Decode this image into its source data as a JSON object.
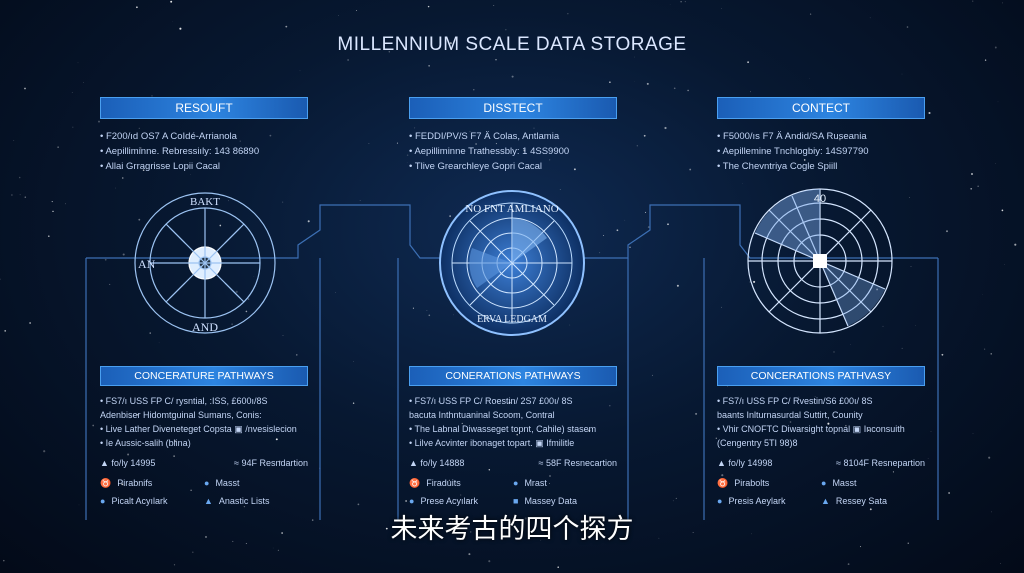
{
  "title": "MILLENNIUM SCALE DATA STORAGE",
  "columns": [
    {
      "header": "RESOUFT",
      "lines": [
        "• F200/ıd OS7 A CoIdé-Arrianola",
        "• Aepilliminne. Rebressiıly: 143 86890",
        "• Allai Grragrisse Lopii Cacal"
      ],
      "dial_labels": [
        "BAKT",
        "AN",
        "AND"
      ],
      "panel": {
        "header": "CONCERATURE PATHWAYS",
        "lines": [
          "• FS7/ı USS FP C/ rysntial, :ISS, £600ı/8S",
          "  Adenbiser Hidomtguinal Sumans, Conis:",
          "• Live Lather Diveneteget Copsta ▣ /nvesislecion",
          "• Ie Aussic-salih (blina)"
        ],
        "stat_left": "▲ fo/ly 14995",
        "stat_right": "≈ 94F Resndartion",
        "items": [
          {
            "icon": "♉",
            "label": "Pirabnifs"
          },
          {
            "icon": "●",
            "label": "Masst"
          },
          {
            "icon": "●",
            "label": "Picalt Acyılark"
          },
          {
            "icon": "▲",
            "label": "Anastic Lists"
          }
        ]
      }
    },
    {
      "header": "DISSTECT",
      "lines": [
        "• FEDDI/PV/S F7 Ä Colas, Antlamia",
        "• Aepilliminne Trathessbly: 1 4SS9900",
        "• Tlive Grearchleye Gopri Cacal"
      ],
      "dial_labels": [
        "NO FNT AMLIANO",
        "ERVA LEDGAM"
      ],
      "panel": {
        "header": "CONERATIONS PATHWAYS",
        "lines": [
          "• FS7/ı USS FP C/ Roestin/ 2S7 £00ı/ 8S",
          "  bacuta Inthntuaninal Scoom, Contral",
          "• The Labnal Diwasseget topnt, Cahile) stasem",
          "• Lilve Acvinter ibonaget topart. ▣ Ifmilitle"
        ],
        "stat_left": "▲ fo/ly 14888",
        "stat_right": "≈ 58F Resnecartion",
        "items": [
          {
            "icon": "♉",
            "label": "Firaduits"
          },
          {
            "icon": "●",
            "label": "Mrast"
          },
          {
            "icon": "●",
            "label": "Prese Acyılark"
          },
          {
            "icon": "■",
            "label": "Massey Data"
          }
        ]
      }
    },
    {
      "header": "CONTECT",
      "lines": [
        "• F5000/ıs F7 Ä Andid/SA Ruseania",
        "• Aepillemine Tnchlogbiy: 14S97790",
        "• The Chevntriya Cogle Spiill"
      ],
      "dial_labels": [
        "40"
      ],
      "panel": {
        "header": "CONCERATIONS PATHVASY",
        "lines": [
          "• FS7/ı USS FP C/ Rvestin/S6 £00ı/ 8S",
          "  baants Inlturnasurdal Suttirt, Counity",
          "• Vhir CNOFTC Diwarsight topnal ▣ Inconsuith",
          "  (Cengentry 5TI 98)8"
        ],
        "stat_left": "▲ fo/ly 14998",
        "stat_right": "≈ 8104F Resnepartion",
        "items": [
          {
            "icon": "♉",
            "label": "Pirabolts"
          },
          {
            "icon": "●",
            "label": "Masst"
          },
          {
            "icon": "●",
            "label": "Presis Aeylark"
          },
          {
            "icon": "▲",
            "label": "Ressey Sata"
          }
        ]
      }
    }
  ],
  "subtitle": "未来考古的四个探方"
}
